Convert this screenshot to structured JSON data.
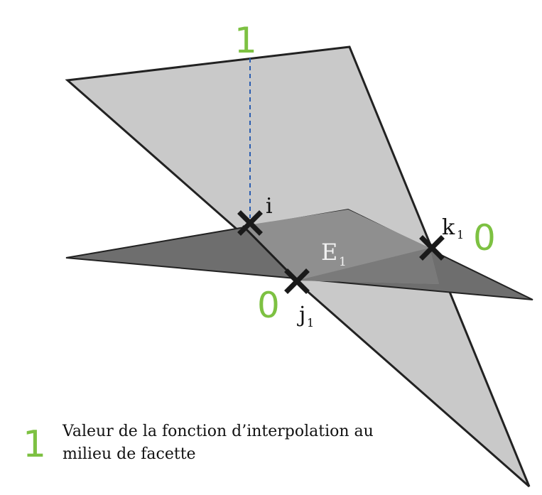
{
  "colors": {
    "accent_green": "#7dc142",
    "light_plane": "#c9c9c9",
    "dark_plane": "#6e6e6e",
    "overlap": "#8e8e8e",
    "marker": "#1a1a1a",
    "dashed_line": "#2a5db0"
  },
  "labels": {
    "top_value": "1",
    "node_i": "i",
    "node_k": "k",
    "node_k_sub": "1",
    "node_k_value": "0",
    "node_j": "j",
    "node_j_sub": "1",
    "node_j_value": "0",
    "element": "E",
    "element_sub": "1"
  },
  "legend": {
    "number": "1",
    "line1": "Valeur de la fonction d’interpolation au",
    "line2": "milieu de facette"
  }
}
